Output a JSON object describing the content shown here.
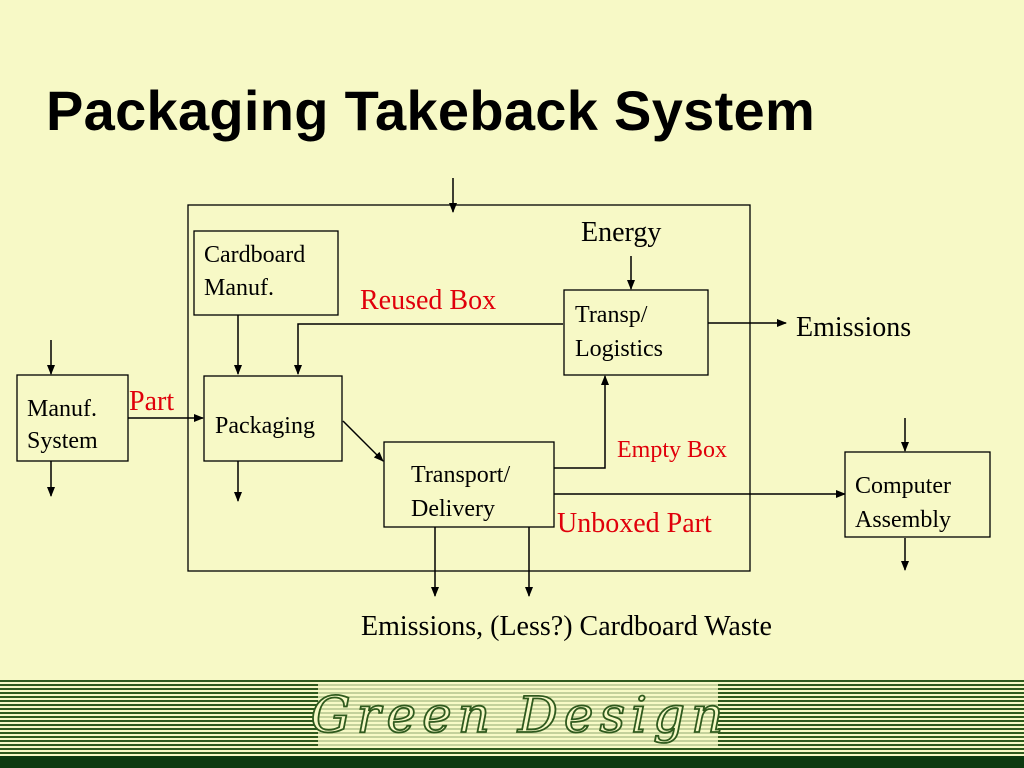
{
  "slide": {
    "title": "Packaging Takeback System"
  },
  "colors": {
    "background": "#f7f9c6",
    "text": "#000000",
    "highlight": "#e0000b",
    "footer_stripe": "#2f5a1e",
    "footer_band": "#0d3a10"
  },
  "diagram": {
    "nodes": {
      "manuf_system": [
        "Manuf.",
        "System"
      ],
      "cardboard_manuf": [
        "Cardboard",
        "Manuf."
      ],
      "packaging": "Packaging",
      "transport_delivery": [
        "Transport/",
        "Delivery"
      ],
      "transp_logistics": [
        "Transp/",
        "Logistics"
      ],
      "computer_assembly": [
        "Computer",
        "Assembly"
      ]
    },
    "labels": {
      "energy": "Energy",
      "emissions": "Emissions",
      "bottom_outputs": "Emissions, (Less?) Cardboard Waste",
      "part": "Part",
      "reused_box": "Reused Box",
      "empty_box": "Empty Box",
      "unboxed_part": "Unboxed Part"
    }
  },
  "footer": {
    "logo": "Green Design"
  }
}
